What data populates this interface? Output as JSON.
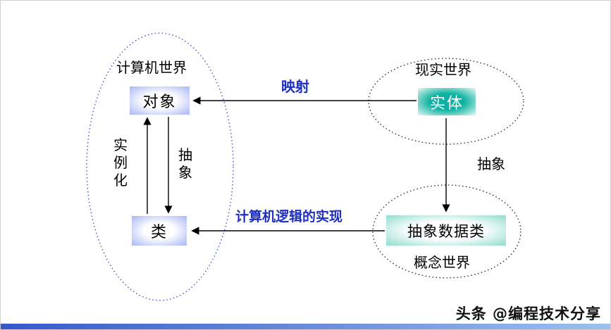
{
  "diagram": {
    "computer_world": {
      "label": "计算机世界",
      "object_box": "对象",
      "class_box": "类",
      "instantiation_label": "实例化",
      "abstraction_label": "抽象"
    },
    "real_world": {
      "label": "现实世界",
      "entity_box": "实体"
    },
    "concept_world": {
      "label": "概念世界",
      "abstract_data_class_box": "抽象数据类"
    },
    "arrows": {
      "mapping": "映射",
      "abstraction": "抽象",
      "implementation": "计算机逻辑的实现"
    }
  },
  "watermark": {
    "text": "头条 @编程技术分享"
  },
  "colors": {
    "accent_blue_text": "#1f2fc0",
    "left_ellipse_stroke": "#3c55c8",
    "right_ellipse_stroke": "#222222",
    "blue_box_edge": "#a8b6f4",
    "teal_box_center": "#0fb2a2",
    "adt_box_edge": "#8fdcd0",
    "bottom_bar_start": "#3a57c9",
    "bottom_bar_end": "#9cc0f0"
  }
}
